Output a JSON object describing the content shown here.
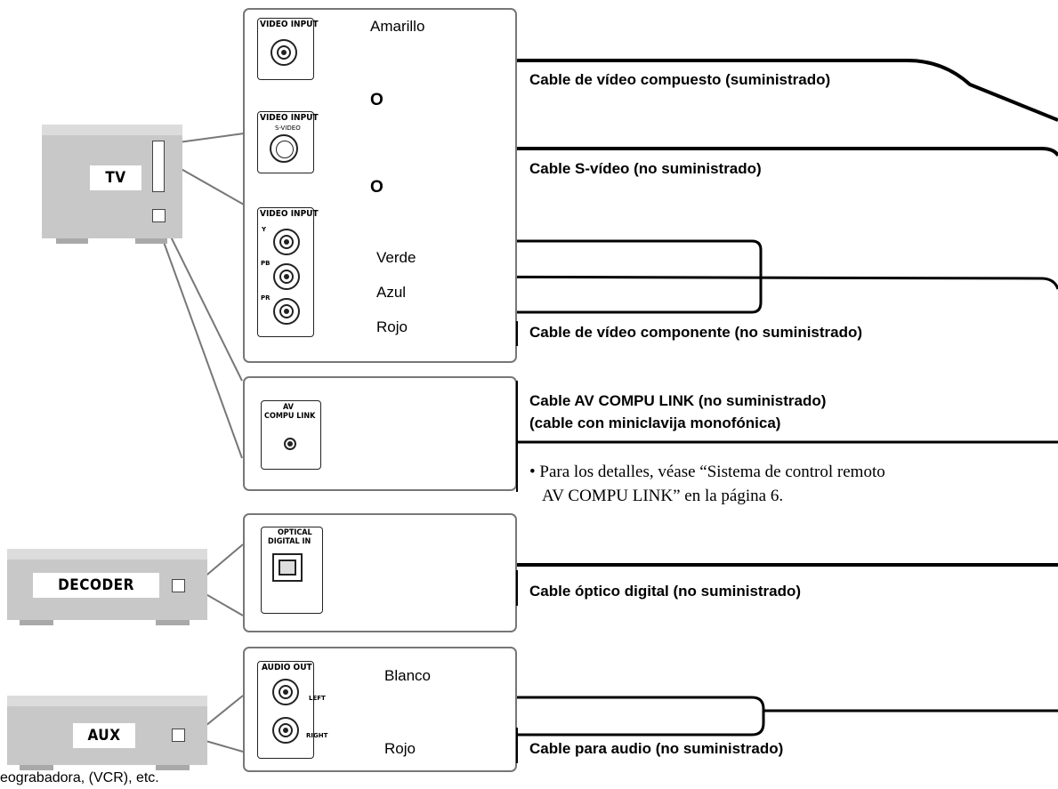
{
  "devices": {
    "tv": "TV",
    "decoder": "DECODER",
    "aux": "AUX",
    "aux_caption": "eograbadora, (VCR), etc."
  },
  "jacks": {
    "video_input_1": "VIDEO INPUT",
    "video_input_2": "VIDEO INPUT",
    "svideo_sub": "S-VIDEO",
    "video_input_3": "VIDEO INPUT",
    "y": "Y",
    "pb": "PB",
    "pr": "PR",
    "av_line1": "AV",
    "av_line2": "COMPU LINK",
    "optical_line1": "OPTICAL",
    "optical_line2": "DIGITAL IN",
    "audio_out": "AUDIO OUT",
    "left": "LEFT",
    "right": "RIGHT"
  },
  "colors_text": {
    "amarillo": "Amarillo",
    "o1": "O",
    "o2": "O",
    "verde": "Verde",
    "azul": "Azul",
    "rojo1": "Rojo",
    "blanco": "Blanco",
    "rojo2": "Rojo"
  },
  "cables": {
    "composite": "Cable de vídeo compuesto (suministrado)",
    "svideo": "Cable S-vídeo (no suministrado)",
    "component": "Cable de vídeo componente (no suministrado)",
    "avcompu_1": "Cable AV COMPU LINK (no suministrado)",
    "avcompu_2": "(cable con miniclavija monofónica)",
    "optical": "Cable óptico digital (no suministrado)",
    "audio": "Cable para audio (no suministrado)"
  },
  "note": {
    "line1": "• Para los detalles, véase “Sistema de control remoto",
    "line2": "AV COMPU LINK” en la página 6."
  }
}
